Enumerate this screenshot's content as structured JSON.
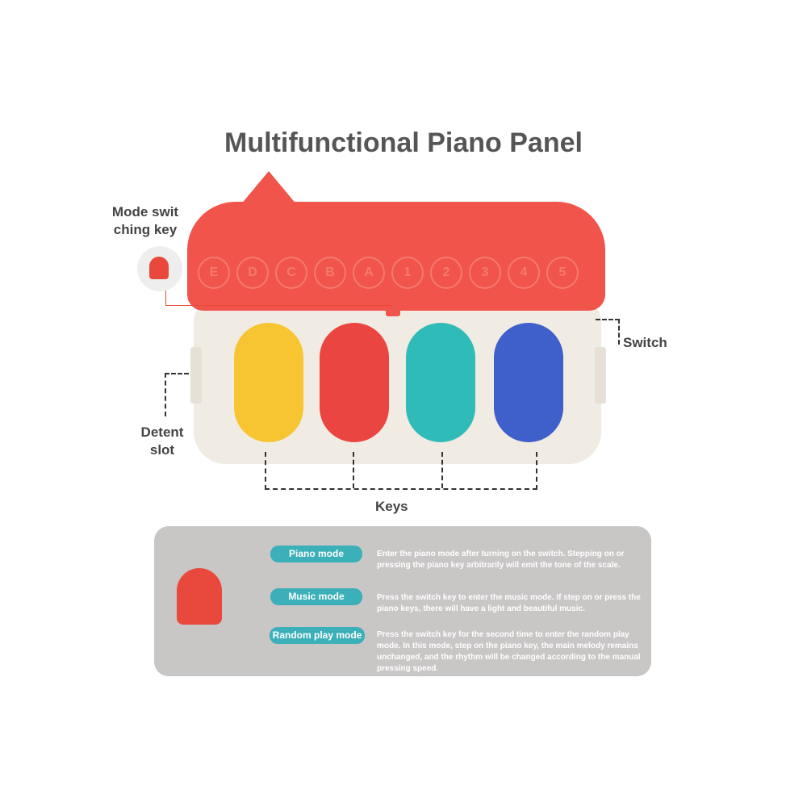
{
  "title": "Multifunctional Piano Panel",
  "labels": {
    "mode_key": "Mode swit ching key",
    "switch": "Switch",
    "detent": "Detent slot",
    "keys": "Keys"
  },
  "roof_keys": [
    "E",
    "D",
    "C",
    "B",
    "A",
    "1",
    "2",
    "3",
    "4",
    "5"
  ],
  "modes": [
    {
      "name": "Piano mode",
      "desc": "Enter the piano mode after turning on the switch. Stepping on or pressing the piano key arbitrarily will emit the tone of the scale."
    },
    {
      "name": "Music mode",
      "desc": "Press the switch key to enter the music mode. If step on or press the piano keys, there will have a light and beautiful music."
    },
    {
      "name": "Random play mode",
      "desc": "Press the switch key for the second time to enter the random play mode. In this mode, step on the piano key, the main melody remains unchanged, and the rhythm will be changed according to the manual pressing speed."
    }
  ],
  "colors": {
    "roof": "#f0544a",
    "accent": "#3bb0b8",
    "yellow": "#f6c531",
    "red": "#ea4540",
    "teal": "#2fbcb8",
    "blue": "#3f5fcb"
  }
}
